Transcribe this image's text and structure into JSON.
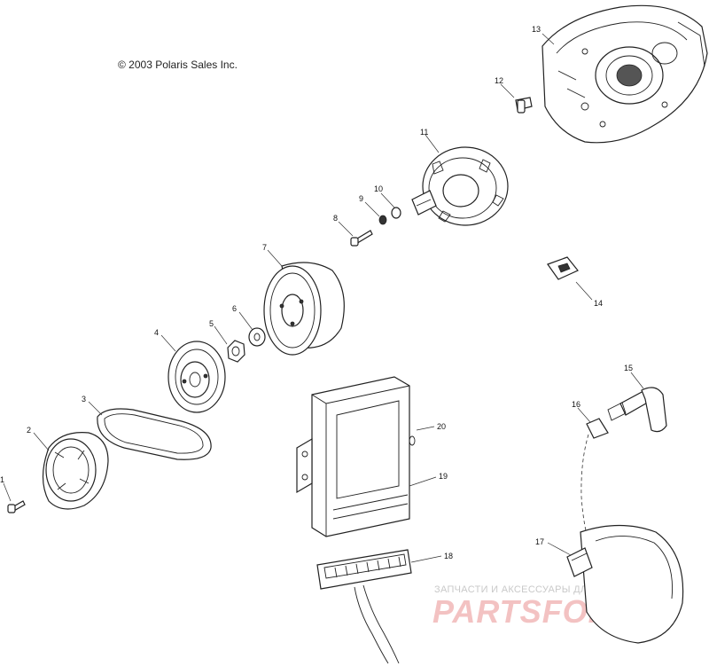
{
  "copyright": "© 2003 Polaris Sales Inc.",
  "watermark": {
    "top_text": "ЗАПЧАСТИ И АКСЕССУАРЫ ДЛЯ МОТОТЕХНИКИ",
    "brand": "PARTSFOR.RU"
  },
  "callouts": [
    "1",
    "2",
    "3",
    "4",
    "5",
    "6",
    "7",
    "8",
    "9",
    "10",
    "11",
    "12",
    "13",
    "14",
    "15",
    "16",
    "17",
    "18",
    "19",
    "20"
  ]
}
